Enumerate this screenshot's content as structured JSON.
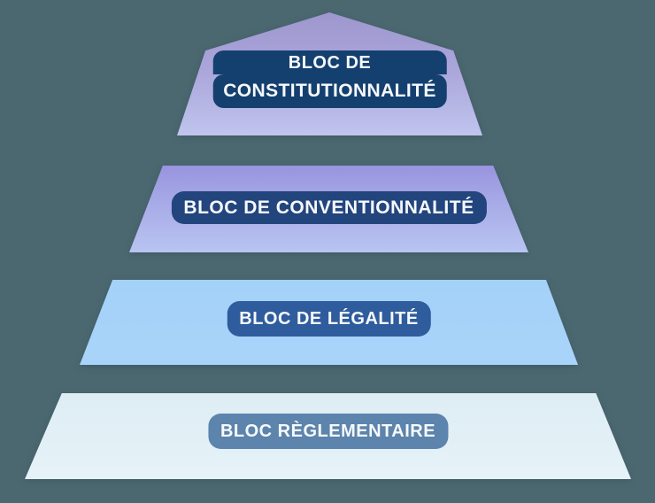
{
  "background_color": "#4b6870",
  "diagram": {
    "kind": "pyramid",
    "text_color": "#f6f9fc",
    "layers": [
      {
        "name": "bloc-de-constitutionnalite",
        "shape": "pyramid-apex-pentagon",
        "label_line1": "BLOC DE",
        "label_line2": "CONSTITUTIONNALITÉ",
        "fill_top": "#9d97ce",
        "fill_bottom": "#c0c4ee",
        "badge_color": "#14406f"
      },
      {
        "name": "bloc-de-conventionnalite",
        "shape": "trapezoid",
        "label": "BLOC DE CONVENTIONNALITÉ",
        "fill_top": "#9894de",
        "fill_bottom": "#b9c4f2",
        "badge_color": "#23457e"
      },
      {
        "name": "bloc-de-legalite",
        "shape": "trapezoid",
        "label": "BLOC DE LÉGALITÉ",
        "fill_top": "#a4d1f8",
        "fill_bottom": "#a9d4fa",
        "badge_color": "#2e5c9c"
      },
      {
        "name": "bloc-reglementaire",
        "shape": "trapezoid",
        "label": "BLOC RÈGLEMENTAIRE",
        "fill_top": "#deedf4",
        "fill_bottom": "#e6f2f8",
        "badge_color": "#5c84ac"
      }
    ]
  }
}
